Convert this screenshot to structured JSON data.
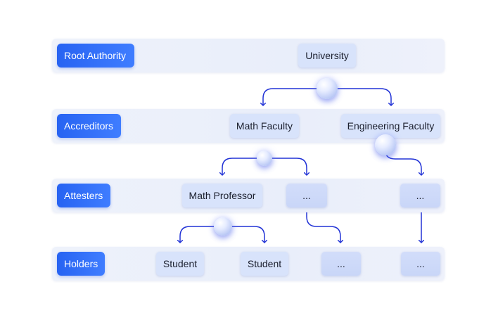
{
  "tiers": {
    "root": "Root Authority",
    "accreditors": "Accreditors",
    "attesters": "Attesters",
    "holders": "Holders"
  },
  "nodes": {
    "university": "University",
    "math_faculty": "Math Faculty",
    "engineering_faculty": "Engineering Faculty",
    "math_professor": "Math Professor",
    "attester_more_1": "...",
    "attester_more_2": "...",
    "student_1": "Student",
    "student_2": "Student",
    "holder_more_1": "...",
    "holder_more_2": "..."
  },
  "colors": {
    "tier_label": "#2f6cf6",
    "node": "#d8e3fb",
    "connector": "#2233d6",
    "band": "#ecf0fb"
  }
}
